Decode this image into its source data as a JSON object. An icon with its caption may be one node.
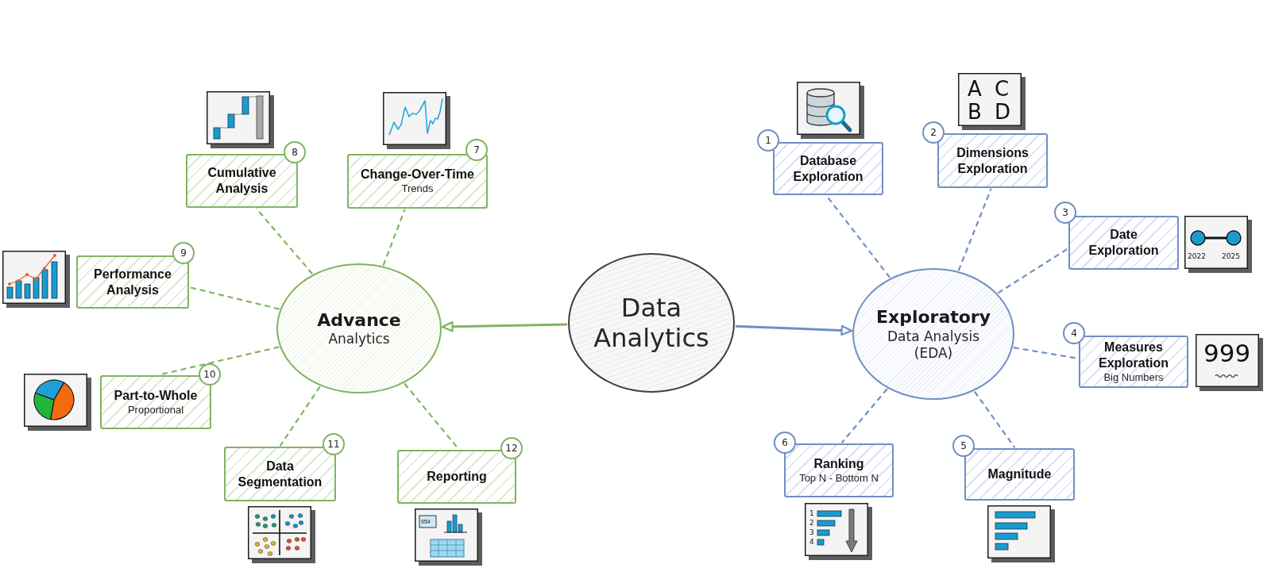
{
  "diagram": {
    "nodes": [
      {
        "text": [
          "Data Analytics"
        ]
      },
      {
        "text": [
          "Advance",
          "Analytics"
        ]
      },
      {
        "text": [
          "Exploratory",
          "Data Analysis (EDA)"
        ]
      },
      {
        "text": [
          "Database Exploration"
        ],
        "beside": [
          "1"
        ]
      },
      {
        "text": [
          "Dimensions Exploration"
        ],
        "beside": [
          "2"
        ]
      },
      {
        "text": [
          "Date Exploration"
        ],
        "beside": [
          "3"
        ]
      },
      {
        "text": [
          "Measures Exploration",
          "Big Numbers"
        ],
        "beside": [
          "4"
        ]
      },
      {
        "text": [
          "Magnitude"
        ],
        "beside": [
          "5"
        ]
      },
      {
        "text": [
          "Ranking",
          "Top N - Bottom N"
        ],
        "beside": [
          "6"
        ]
      },
      {
        "text": [
          "Change-Over-Time",
          "Trends"
        ],
        "beside": [
          "7"
        ]
      },
      {
        "text": [
          "Cumulative Analysis"
        ],
        "beside": [
          "8"
        ]
      },
      {
        "text": [
          "Performance Analysis"
        ],
        "beside": [
          "9"
        ]
      },
      {
        "text": [
          "Part-to-Whole",
          "Proportional"
        ],
        "beside": [
          "10"
        ]
      },
      {
        "text": [
          "Data Segmentation"
        ],
        "beside": [
          "11"
        ]
      },
      {
        "text": [
          "Reporting"
        ],
        "beside": [
          "12"
        ]
      }
    ],
    "edges": [
      {
        "from": 0,
        "to": 1,
        "arrow": "to",
        "color": "#80b463"
      },
      {
        "from": 0,
        "to": 2,
        "arrow": "to",
        "color": "#6f8fc4"
      },
      {
        "from": 2,
        "to": 3,
        "arrow": "none",
        "style": "dashed",
        "color": "#6f8fc4"
      },
      {
        "from": 2,
        "to": 4,
        "arrow": "none",
        "style": "dashed",
        "color": "#6f8fc4"
      },
      {
        "from": 2,
        "to": 5,
        "arrow": "none",
        "style": "dashed",
        "color": "#6f8fc4"
      },
      {
        "from": 2,
        "to": 6,
        "arrow": "none",
        "style": "dashed",
        "color": "#6f8fc4"
      },
      {
        "from": 2,
        "to": 7,
        "arrow": "none",
        "style": "dashed",
        "color": "#6f8fc4"
      },
      {
        "from": 2,
        "to": 8,
        "arrow": "none",
        "style": "dashed",
        "color": "#6f8fc4"
      },
      {
        "from": 1,
        "to": 9,
        "arrow": "none",
        "style": "dashed",
        "color": "#80b463"
      },
      {
        "from": 1,
        "to": 10,
        "arrow": "none",
        "style": "dashed",
        "color": "#80b463"
      },
      {
        "from": 1,
        "to": 11,
        "arrow": "none",
        "style": "dashed",
        "color": "#80b463"
      },
      {
        "from": 1,
        "to": 12,
        "arrow": "none",
        "style": "dashed",
        "color": "#80b463"
      },
      {
        "from": 1,
        "to": 13,
        "arrow": "none",
        "style": "dashed",
        "color": "#80b463"
      },
      {
        "from": 1,
        "to": 14,
        "arrow": "none",
        "style": "dashed",
        "color": "#80b463"
      }
    ],
    "labels": [
      "A",
      "C",
      "B",
      "D",
      "2022",
      "2025",
      "999",
      "954",
      "1",
      "2",
      "3",
      "4"
    ]
  }
}
